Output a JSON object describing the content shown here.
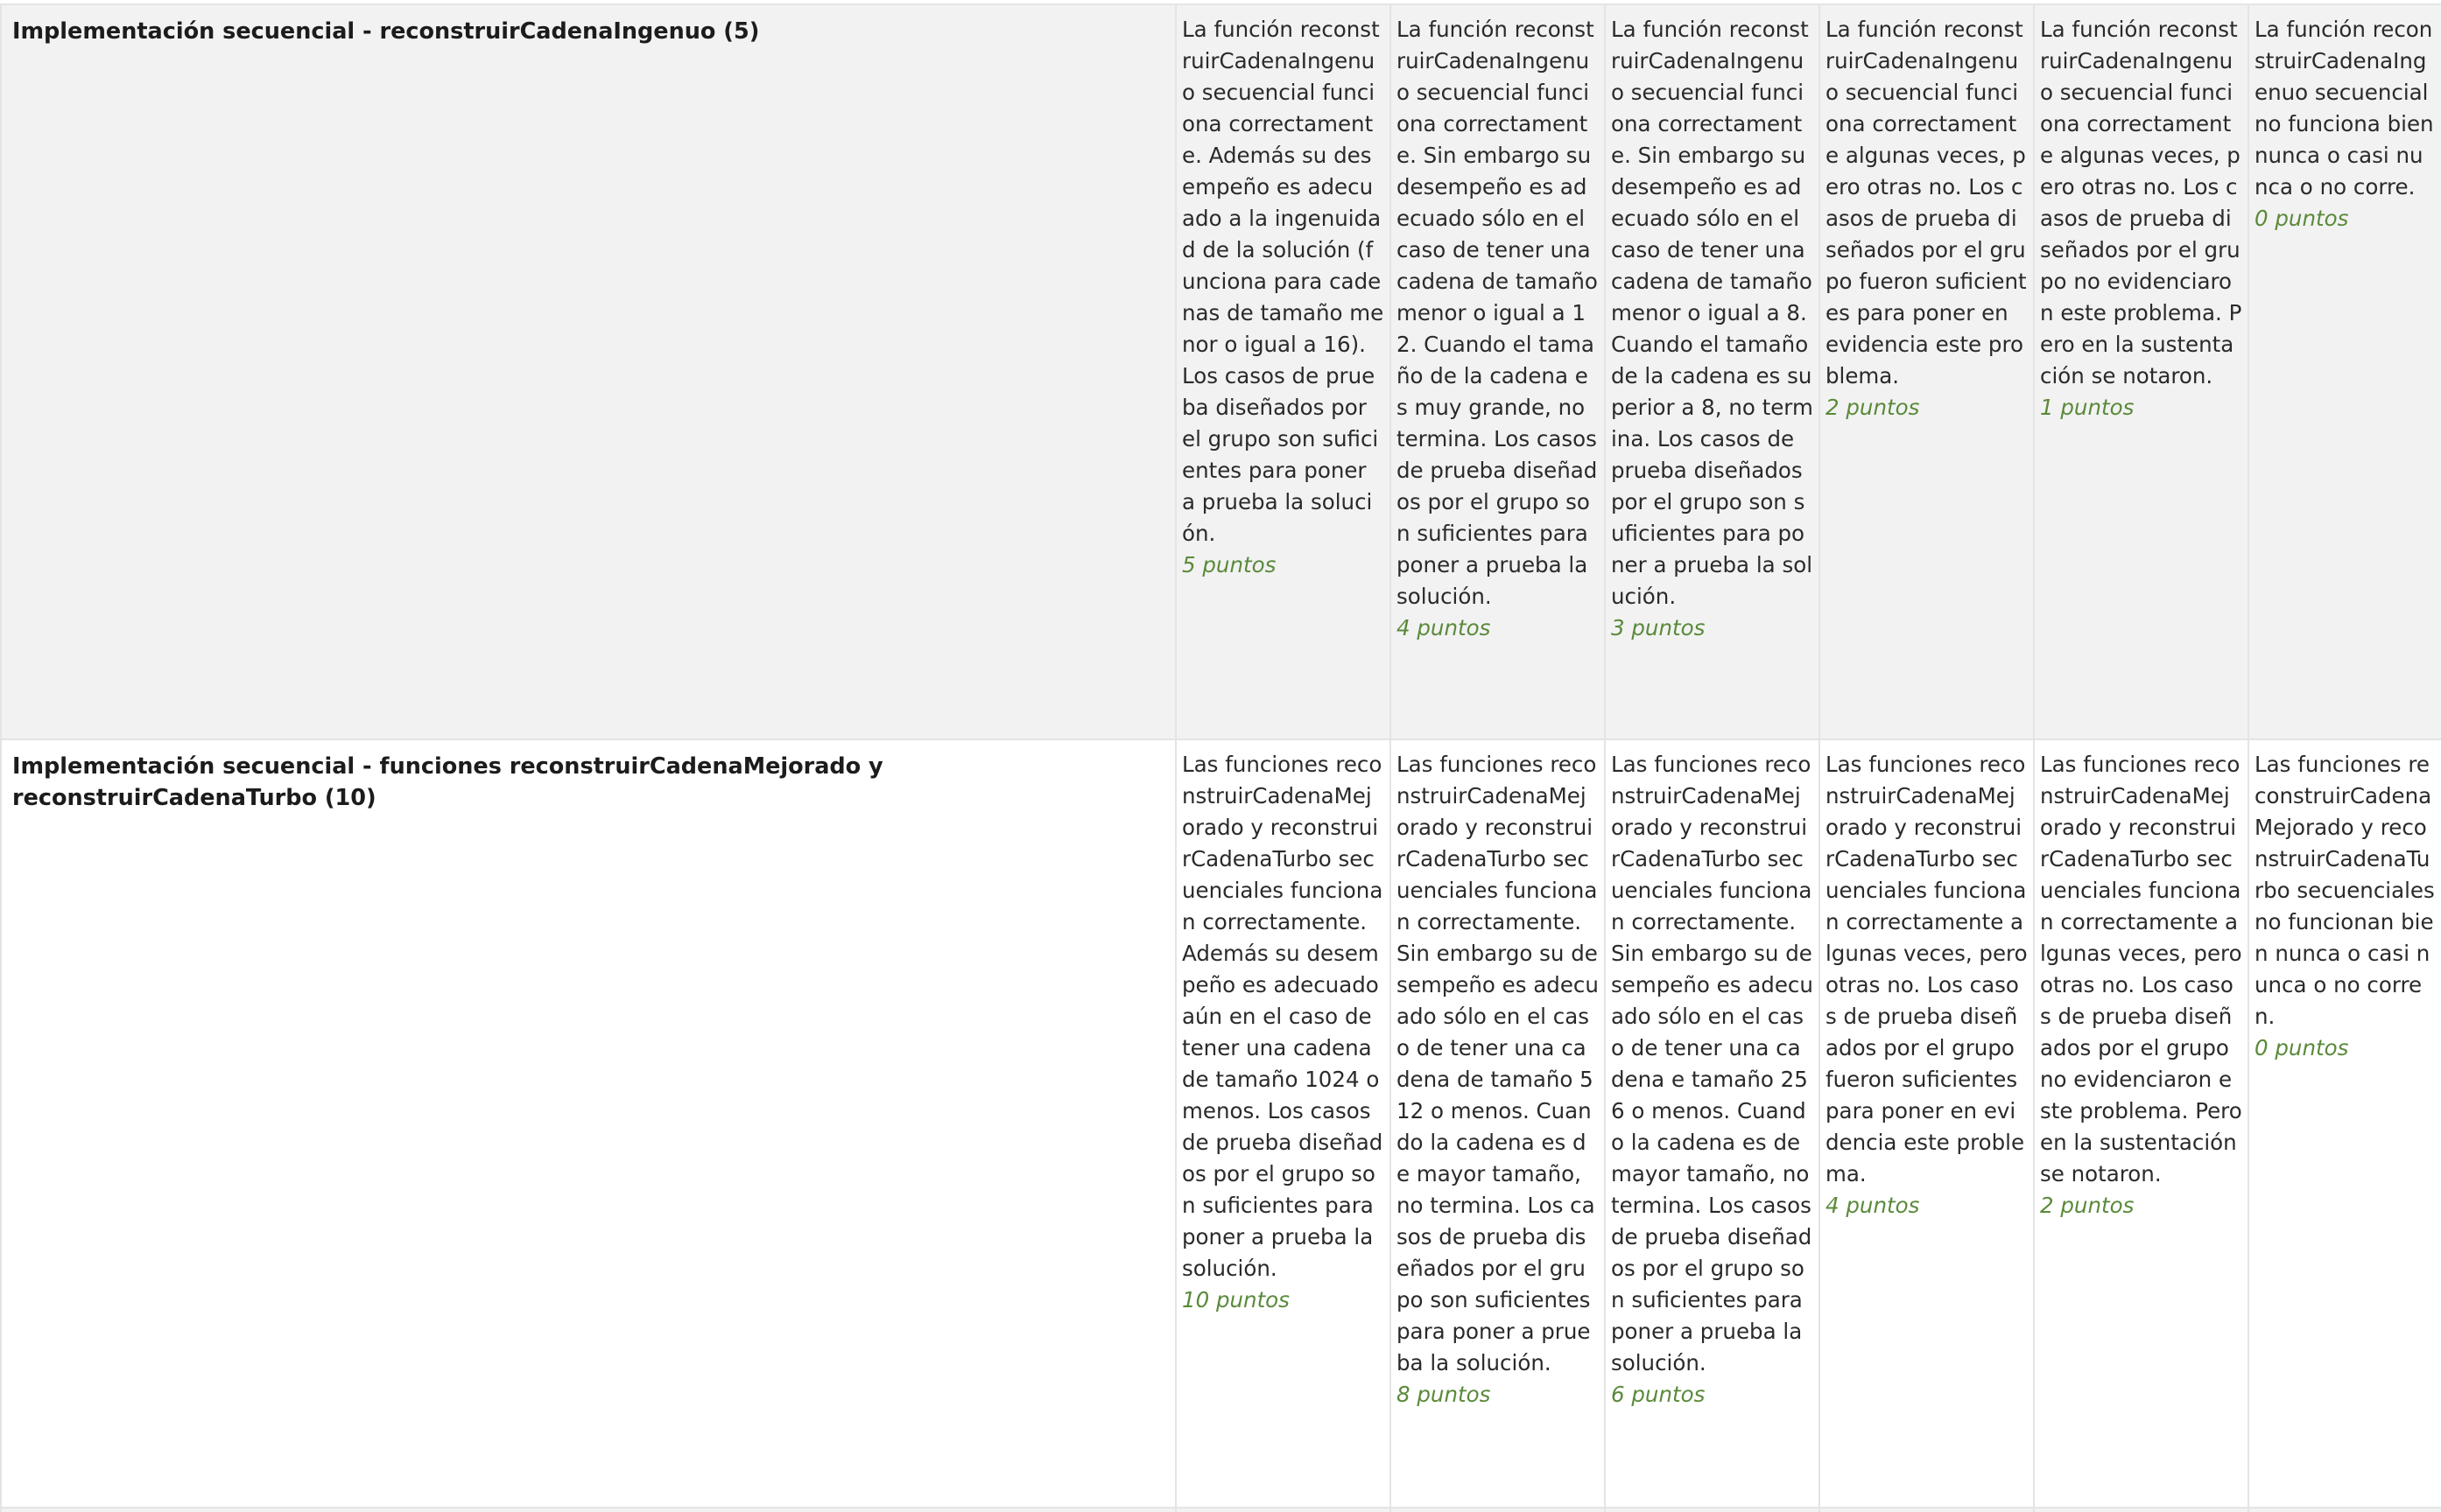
{
  "rubric": {
    "rows": [
      {
        "criterion": "Implementación secuencial - reconstruirCadenaIngenuo (5)",
        "levels": [
          {
            "text": "La función reconstruirCadenaIngenuo secuencial funciona correctamente. Además su desempeño es adecuado a la ingenuidad de la solución (funciona para cadenas de tamaño menor o igual a 16). Los casos de prueba diseñados por el grupo son suficientes para poner a prueba la solución.",
            "points": "5 puntos"
          },
          {
            "text": "La función reconstruirCadenaIngenuo secuencial funciona correctamente. Sin embargo su desempeño es adecuado sólo en el caso de tener una cadena de tamaño menor o igual a 12. Cuando el tamaño de la cadena es muy grande, no termina. Los casos de prueba diseñados por el grupo son suficientes para poner a prueba la solución.",
            "points": "4 puntos"
          },
          {
            "text": "La función reconstruirCadenaIngenuo secuencial funciona correctamente. Sin embargo su desempeño es adecuado sólo en el caso de tener una cadena de tamaño menor o igual a 8. Cuando el tamaño de la cadena es superior a 8, no termina. Los casos de prueba diseñados por el grupo son suficientes para poner a prueba la solución.",
            "points": "3 puntos"
          },
          {
            "text": "La función reconstruirCadenaIngenuo secuencial funciona correctamente algunas veces, pero otras no. Los casos de prueba diseñados por el grupo fueron suficientes para poner en evidencia este problema.",
            "points": "2 puntos"
          },
          {
            "text": "La función reconstruirCadenaIngenuo secuencial funciona correctamente algunas veces, pero otras no. Los casos de prueba diseñados por el grupo no evidenciaron este problema. Pero en la sustentación se notaron.",
            "points": "1 puntos"
          },
          {
            "text": "La función reconstruirCadenaIngenuo secuencial no funciona bien nunca o casi nunca o no corre.",
            "points": "0 puntos"
          }
        ]
      },
      {
        "criterion": "Implementación secuencial - funciones reconstruirCadenaMejorado y reconstruirCadenaTurbo (10)",
        "levels": [
          {
            "text": "Las funciones reconstruirCadenaMejorado y reconstruirCadenaTurbo secuenciales funcionan correctamente. Además su desempeño es adecuado aún en el caso de tener una cadena de tamaño 1024 o menos. Los casos de prueba diseñados por el grupo son suficientes para poner a prueba la solución.",
            "points": "10 puntos"
          },
          {
            "text": "Las funciones reconstruirCadenaMejorado y reconstruirCadenaTurbo secuenciales funcionan correctamente. Sin embargo su desempeño es adecuado sólo en el caso de tener una cadena de tamaño 512 o menos. Cuando la cadena es de mayor tamaño, no termina. Los casos de prueba diseñados por el grupo son suficientes para poner a prueba la solución.",
            "points": "8 puntos"
          },
          {
            "text": "Las funciones reconstruirCadenaMejorado y reconstruirCadenaTurbo secuenciales funcionan correctamente. Sin embargo su desempeño es adecuado sólo en el caso de tener una cadena e tamaño 256 o menos. Cuando la cadena es de mayor tamaño, no termina. Los casos de prueba diseñados por el grupo son suficientes para poner a prueba la solución.",
            "points": "6 puntos"
          },
          {
            "text": "Las funciones reconstruirCadenaMejorado y reconstruirCadenaTurbo secuenciales funcionan correctamente algunas veces, pero otras no. Los casos de prueba diseñados por el grupo fueron suficientes para poner en evidencia este problema.",
            "points": "4 puntos"
          },
          {
            "text": "Las funciones reconstruirCadenaMejorado y reconstruirCadenaTurbo secuenciales funcionan correctamente algunas veces, pero otras no. Los casos de prueba diseñados por el grupo no evidenciaron este problema. Pero en la sustentación se notaron.",
            "points": "2 puntos"
          },
          {
            "text": "Las funciones reconstruirCadenaMejorado y reconstruirCadenaTurbo secuenciales no funcionan bien nunca o casi nunca o no corren.",
            "points": "0 puntos"
          }
        ]
      }
    ]
  }
}
